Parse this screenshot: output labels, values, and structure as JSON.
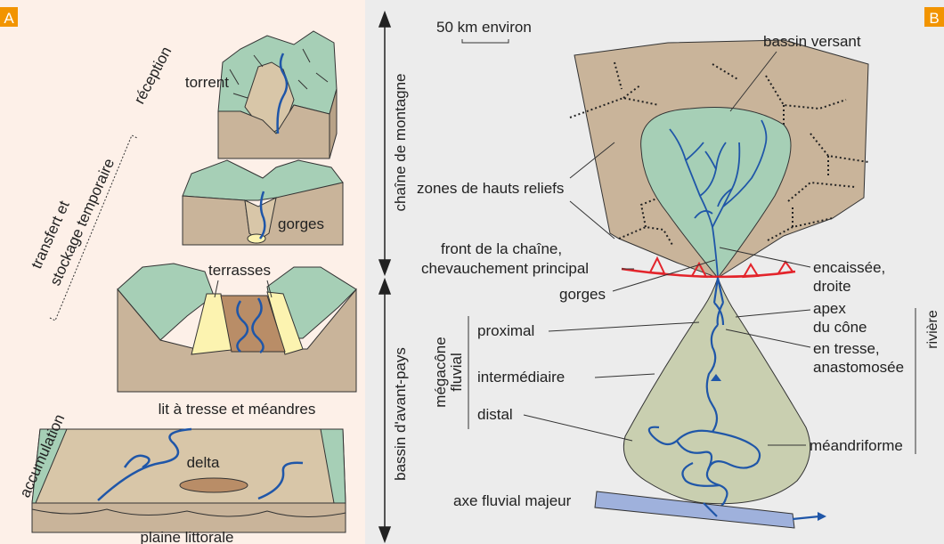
{
  "panel_a": {
    "badge": "A",
    "stages": {
      "reception": "réception",
      "transfer_line1": "transfert et",
      "transfer_line2": "stockage temporaire",
      "accumulation": "accumulation"
    },
    "labels": {
      "torrent": "torrent",
      "gorges": "gorges",
      "terrasses": "terrasses",
      "lit": "lit à tresse et méandres",
      "delta": "delta",
      "plaine": "plaine littorale"
    }
  },
  "panel_b": {
    "badge": "B",
    "scale": "50 km environ",
    "side_labels": {
      "chaine": "chaîne de montagne",
      "bassin": "bassin d'avant-pays",
      "riviere": "rivière",
      "megacone_line1": "mégacône",
      "megacone_line2": "fluvial"
    },
    "labels": {
      "bassin_versant": "bassin versant",
      "hauts_reliefs": "zones de hauts reliefs",
      "front_line1": "front de la chaîne,",
      "front_line2": "chevauchement principal",
      "gorges": "gorges",
      "encaissee_line1": "encaissée,",
      "encaissee_line2": "droite",
      "apex_line1": "apex",
      "apex_line2": "du cône",
      "tresse_line1": "en tresse,",
      "tresse_line2": "anastomosée",
      "proximal": "proximal",
      "intermediaire": "intermédiaire",
      "distal": "distal",
      "meandriforme": "méandriforme",
      "axe": "axe fluvial majeur"
    }
  },
  "colors": {
    "badge": "#f29400",
    "panel_a_bg": "#fdf0e8",
    "panel_b_bg": "#ececec",
    "mountain": "#c9b49a",
    "green": "#a6cfb6",
    "river": "#1f56a8",
    "thrust": "#e3242b",
    "terrace": "#fcf3b0",
    "axis": "#9fb1dc"
  }
}
